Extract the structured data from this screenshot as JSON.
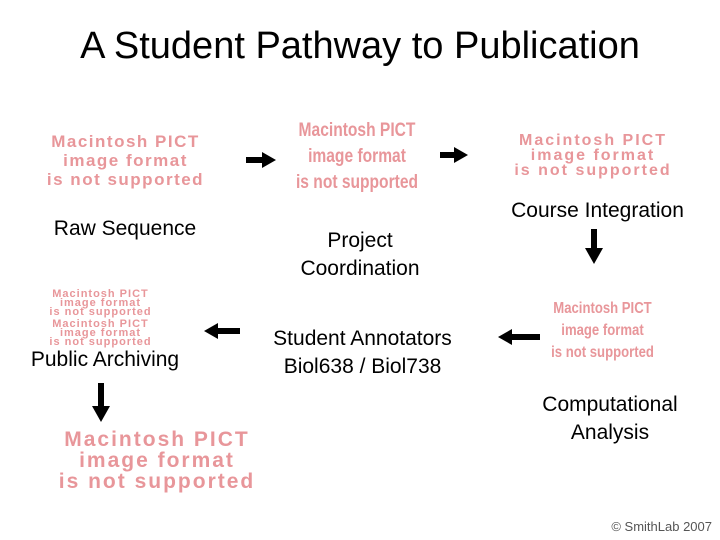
{
  "title": "A Student Pathway to Publication",
  "placeholder_lines": [
    "Macintosh PICT",
    "image format",
    "is not supported"
  ],
  "labels": {
    "raw_sequence": "Raw Sequence",
    "project_coordination": [
      "Project",
      "Coordination"
    ],
    "course_integration": "Course Integration",
    "public_archiving": "Public Archiving",
    "student_annotators": [
      "Student Annotators",
      "Biol638 / Biol738"
    ],
    "computational_analysis": [
      "Computational",
      "Analysis"
    ]
  },
  "copyright": "© SmithLab 2007",
  "colors": {
    "placeholder_text": "#e8969a",
    "arrow": "#000000"
  }
}
